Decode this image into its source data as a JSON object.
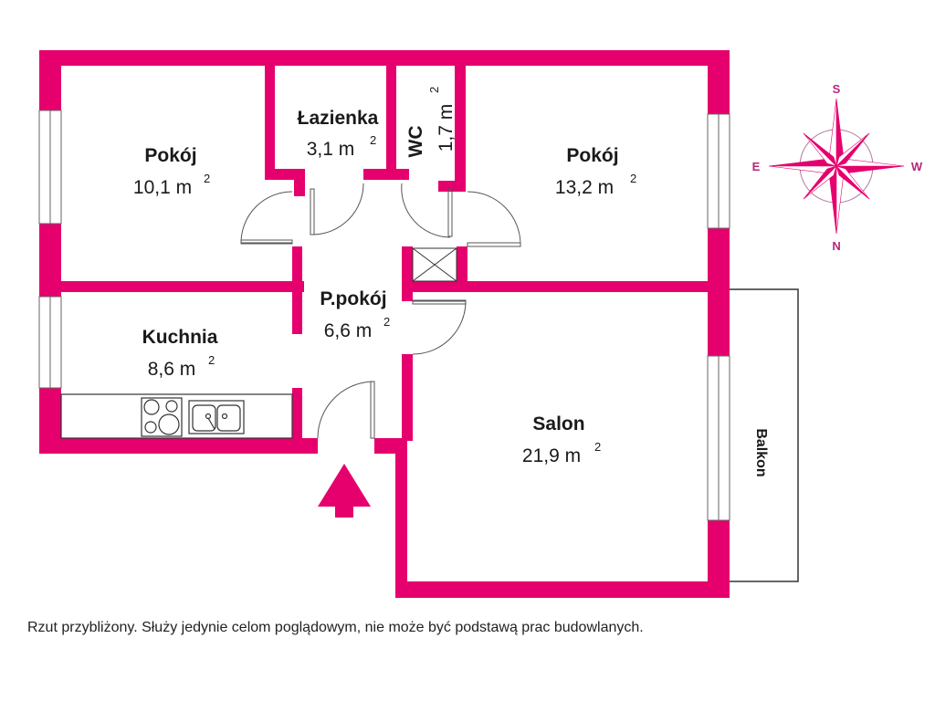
{
  "colors": {
    "wall": "#e5006d",
    "line": "#555555",
    "text": "#1a1a1a"
  },
  "rooms": {
    "pokoj_left": {
      "name": "Pokój",
      "area": "10,1 m",
      "unit_exp": "2"
    },
    "lazienka": {
      "name": "Łazienka",
      "area": "3,1 m",
      "unit_exp": "2"
    },
    "wc": {
      "name": "WC",
      "area": "1,7 m",
      "unit_exp": "2"
    },
    "pokoj_right": {
      "name": "Pokój",
      "area": "13,2 m",
      "unit_exp": "2"
    },
    "przedpokoj": {
      "name": "P.pokój",
      "area": "6,6 m",
      "unit_exp": "2"
    },
    "kuchnia": {
      "name": "Kuchnia",
      "area": "8,6 m",
      "unit_exp": "2"
    },
    "salon": {
      "name": "Salon",
      "area": "21,9 m",
      "unit_exp": "2"
    },
    "balkon": {
      "name": "Balkon"
    }
  },
  "compass": {
    "top": "S",
    "bottom": "N",
    "left": "E",
    "right": "W"
  },
  "caption": "Rzut przybliżony. Służy jedynie celom poglądowym, nie może być podstawą prac budowlanych."
}
